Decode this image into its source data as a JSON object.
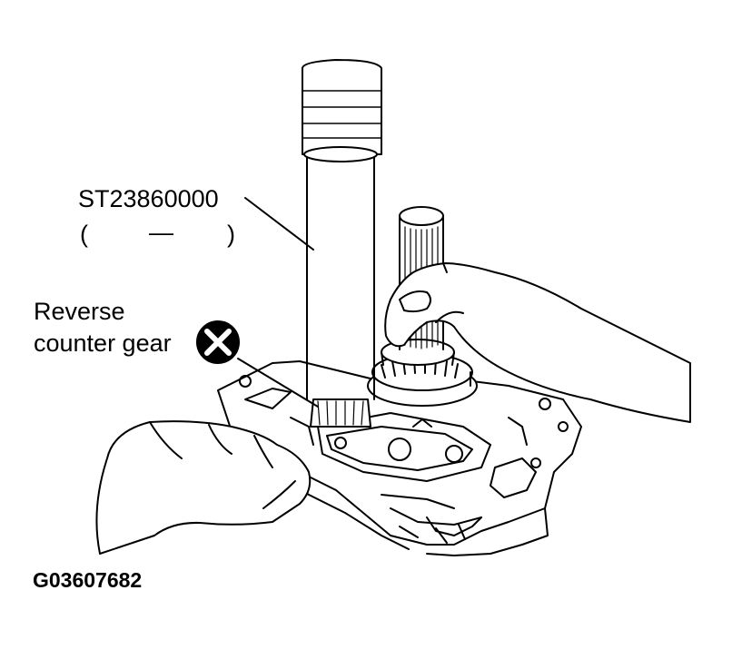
{
  "labels": {
    "tool_number": "ST23860000",
    "tool_paren_open": "(",
    "tool_dash": "—",
    "tool_paren_close": ")",
    "part_line1": "Reverse",
    "part_line2": "counter gear",
    "figure_code": "G03607682"
  },
  "icons": {
    "part_marker": "x-circle-icon"
  },
  "colors": {
    "line": "#000000",
    "background": "#ffffff"
  }
}
